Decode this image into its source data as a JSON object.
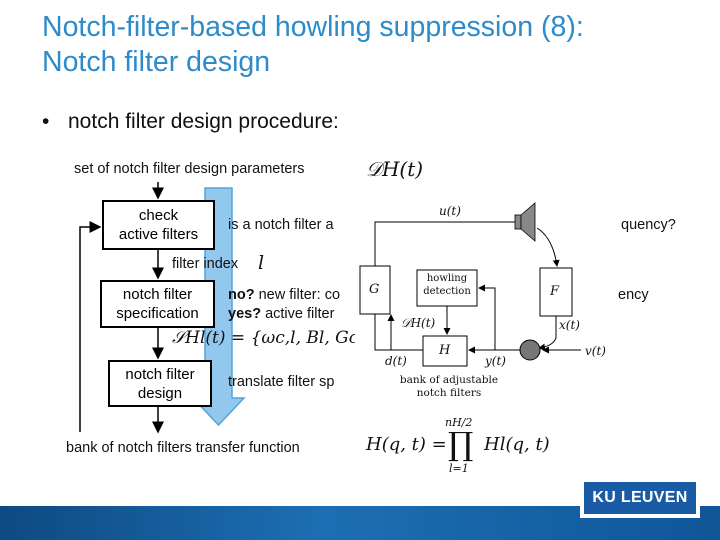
{
  "title": {
    "line1": "Notch-filter-based howling suppression (8):",
    "line2": "Notch filter design"
  },
  "bullet": "notch filter design procedure:",
  "flow": {
    "params_label": "set of notch filter design parameters",
    "params_math": "𝒟H(t)",
    "box_check_line1": "check",
    "box_check_line2": "active filters",
    "question_text": "is a notch filter a",
    "question_tail": "quency?",
    "filter_index_label": "filter index",
    "filter_index_math": "l",
    "no_label": "no?",
    "no_text": "new filter: co",
    "no_tail": "ency",
    "yes_label": "yes?",
    "yes_text": "active filter",
    "box_spec_line1": "notch filter",
    "box_spec_line2": "specification",
    "spec_math": "𝒮Hl(t) = {ωc,l, Bl, Gc,l}",
    "box_design_line1": "notch filter",
    "box_design_line2": "design",
    "translate_text": "translate filter sp",
    "bank_label": "bank of notch filters transfer function",
    "bank_math_lhs": "H(q, t) =",
    "bank_math_prod": "∏",
    "bank_math_upper": "nH/2",
    "bank_math_lower": "l=1",
    "bank_math_rhs": "Hl(q, t)"
  },
  "figure": {
    "u_label": "u(t)",
    "G_label": "G",
    "howling_line1": "howling",
    "howling_line2": "detection",
    "F_label": "F",
    "x_label": "x(t)",
    "DH_label": "𝒟H(t)",
    "H_label": "H",
    "d_label": "d(t)",
    "y_label": "y(t)",
    "v_label": "v(t)",
    "bank_line1": "bank of adjustable",
    "bank_line2": "notch filters"
  },
  "logo_text": "KU LEUVEN",
  "colors": {
    "title": "#2E8BC9",
    "arrow_fill": "#8EC6EE",
    "arrow_stroke": "#4A9FD8",
    "footer": "#1560a8",
    "logo_bg": "#1a5ba6"
  }
}
